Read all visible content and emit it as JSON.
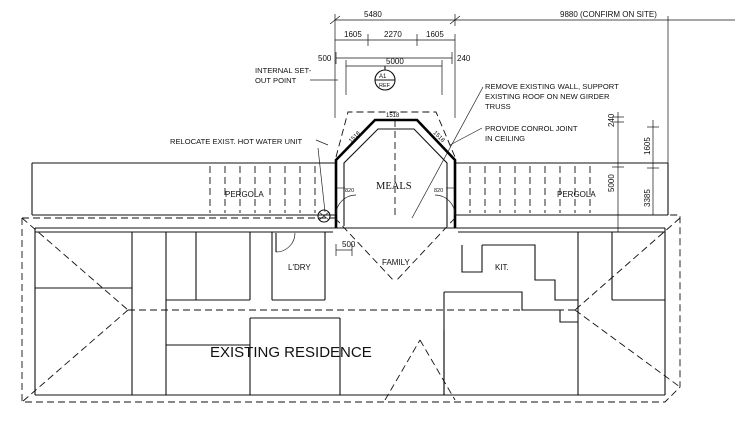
{
  "dimensions": {
    "overall": "5480",
    "confirm_on_site": "9880 (CONFIRM ON SITE)",
    "seg_left": "1605",
    "seg_mid": "2270",
    "seg_right": "1605",
    "setout_500": "500",
    "setout_240": "240",
    "span_5000": "5000",
    "bay_1518_top": "1518",
    "bay_1518_left": "1518",
    "bay_1518_right": "1518",
    "side_240": "240",
    "side_1605": "1605",
    "height_5000": "5000",
    "height_3385": "3385",
    "bay_820_left": "820",
    "bay_820_right": "820",
    "gap_500": "500"
  },
  "marker": {
    "top": "A1",
    "bottom": "REF"
  },
  "notes": {
    "setout_line1": "INTERNAL SET-",
    "setout_line2": "OUT POINT",
    "hwu": "RELOCATE EXIST. HOT WATER UNIT",
    "remove_line1": "REMOVE EXISTING WALL, SUPPORT",
    "remove_line2": "EXISTING ROOF ON NEW GIRDER",
    "remove_line3": "TRUSS",
    "joint_line1": "PROVIDE CONROL JOINT",
    "joint_line2": "IN CEILING"
  },
  "rooms": {
    "pergola_left": "PERGOLA",
    "pergola_right": "PERGOLA",
    "meals": "MEALS",
    "family": "FAMILY",
    "ldry": "L'DRY",
    "kit": "KIT.",
    "existing": "EXISTING RESIDENCE"
  }
}
